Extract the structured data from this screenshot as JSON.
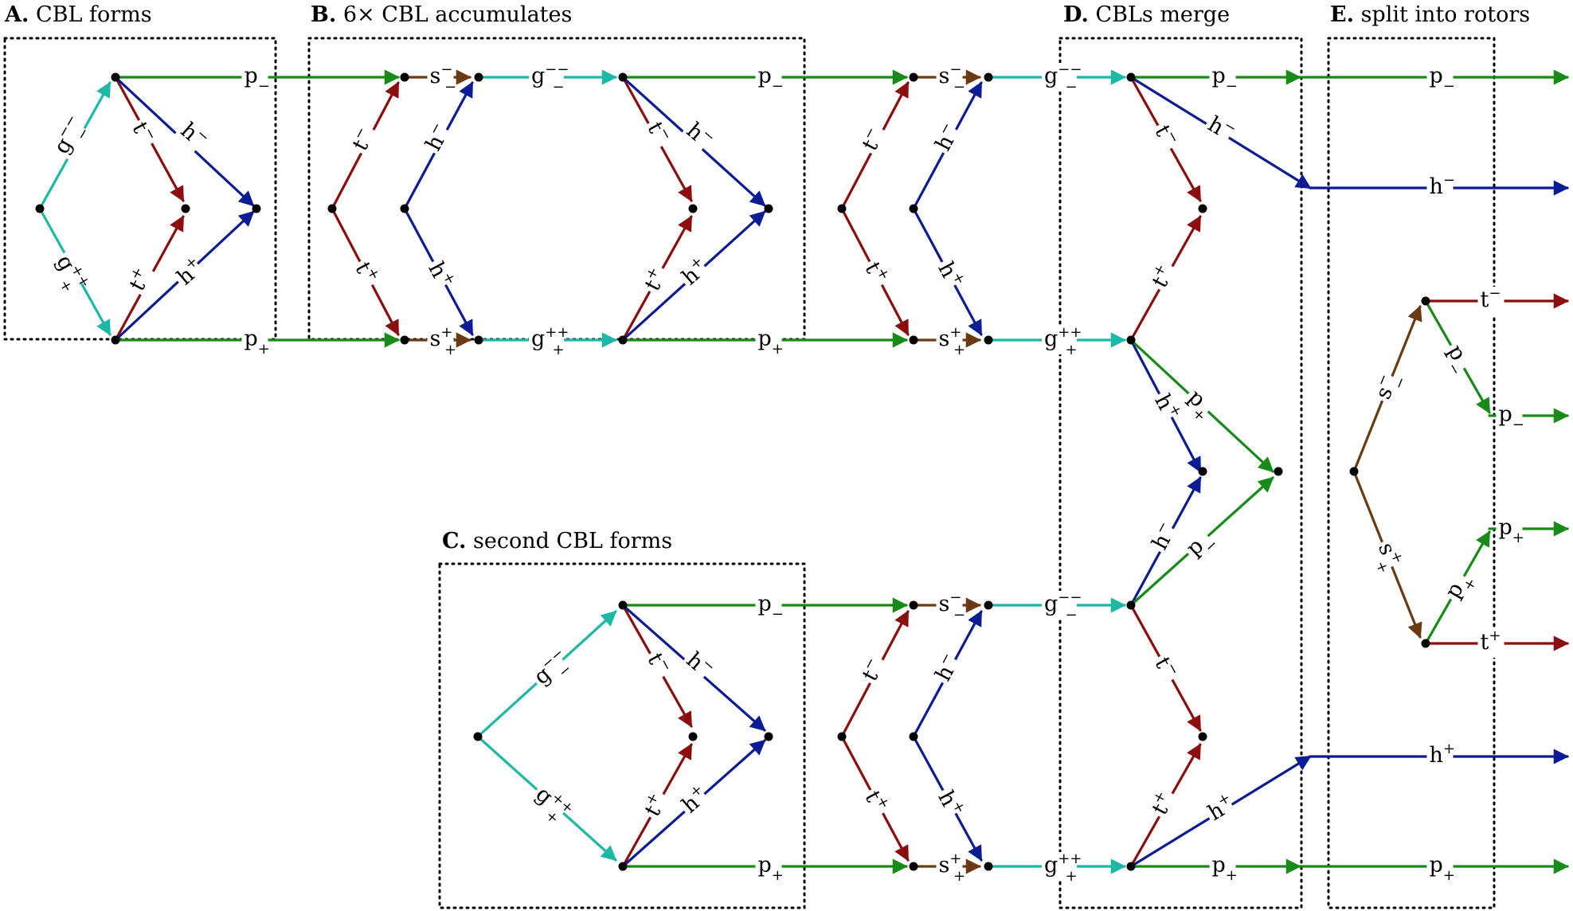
{
  "colors": {
    "teal": "#1db8a6",
    "red": "#8b0d0d",
    "blue": "#0c1c95",
    "green": "#178a17",
    "brown": "#6b3a12",
    "node": "#000000",
    "box": "#000000"
  },
  "panels": [
    {
      "letter": "A.",
      "title": "CBL forms"
    },
    {
      "letter": "B.",
      "title": "6× CBL accumulates"
    },
    {
      "letter": "C.",
      "title": "second CBL forms"
    },
    {
      "letter": "D.",
      "title": "CBLs merge"
    },
    {
      "letter": "E.",
      "title": "split into rotors"
    }
  ],
  "symbols": {
    "g_mm": {
      "base": "g",
      "sup": "−−",
      "sub": "−"
    },
    "g_pp": {
      "base": "g",
      "sup": "++",
      "sub": "+"
    },
    "t_m": {
      "base": "t",
      "sup": "−",
      "sub": ""
    },
    "t_p": {
      "base": "t",
      "sup": "+",
      "sub": ""
    },
    "h_m": {
      "base": "h",
      "sup": "−",
      "sub": ""
    },
    "h_p": {
      "base": "h",
      "sup": "+",
      "sub": ""
    },
    "p_m": {
      "base": "p",
      "sup": "",
      "sub": "−"
    },
    "p_p": {
      "base": "p",
      "sup": "",
      "sub": "+"
    },
    "s_mm": {
      "base": "s",
      "sup": "−",
      "sub": "−"
    },
    "s_pp": {
      "base": "s",
      "sup": "+",
      "sub": "+"
    }
  }
}
